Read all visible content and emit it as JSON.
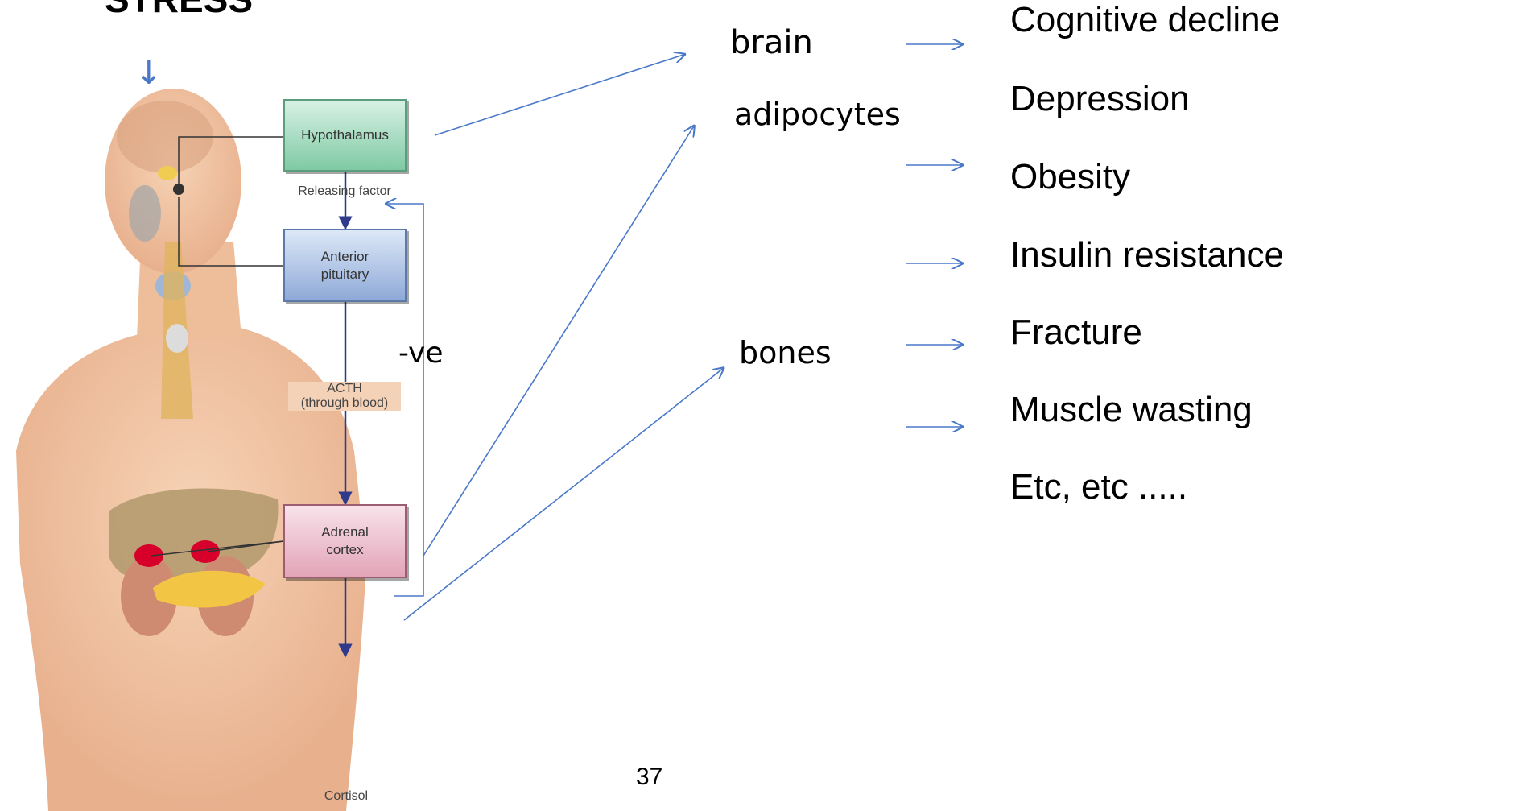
{
  "title": "STRESS",
  "axis_boxes": {
    "hypothalamus": "Hypothalamus",
    "anterior_pituitary": "Anterior\npituitary",
    "adrenal_cortex": "Adrenal\ncortex"
  },
  "flow_labels": {
    "releasing_factor": "Releasing factor",
    "acth": "ACTH\n(through blood)",
    "cortisol": "Cortisol"
  },
  "feedback_label": "-ve",
  "targets": [
    "brain",
    "adipocytes",
    "bones"
  ],
  "effects": [
    "Cognitive decline",
    "Depression",
    "Obesity",
    "Insulin resistance",
    "Fracture",
    "Muscle wasting",
    "Etc, etc ....."
  ],
  "page_number": "37",
  "down_arrow_glyph": "↓",
  "colors": {
    "arrow_blue": "#4a78c9",
    "hypothalamus_box": "#4fb68a",
    "pituitary_box": "#5b86c8",
    "adrenal_box": "#d98aa4",
    "axis_line": "#2f3a8a",
    "skin": "#f2c7a5"
  }
}
